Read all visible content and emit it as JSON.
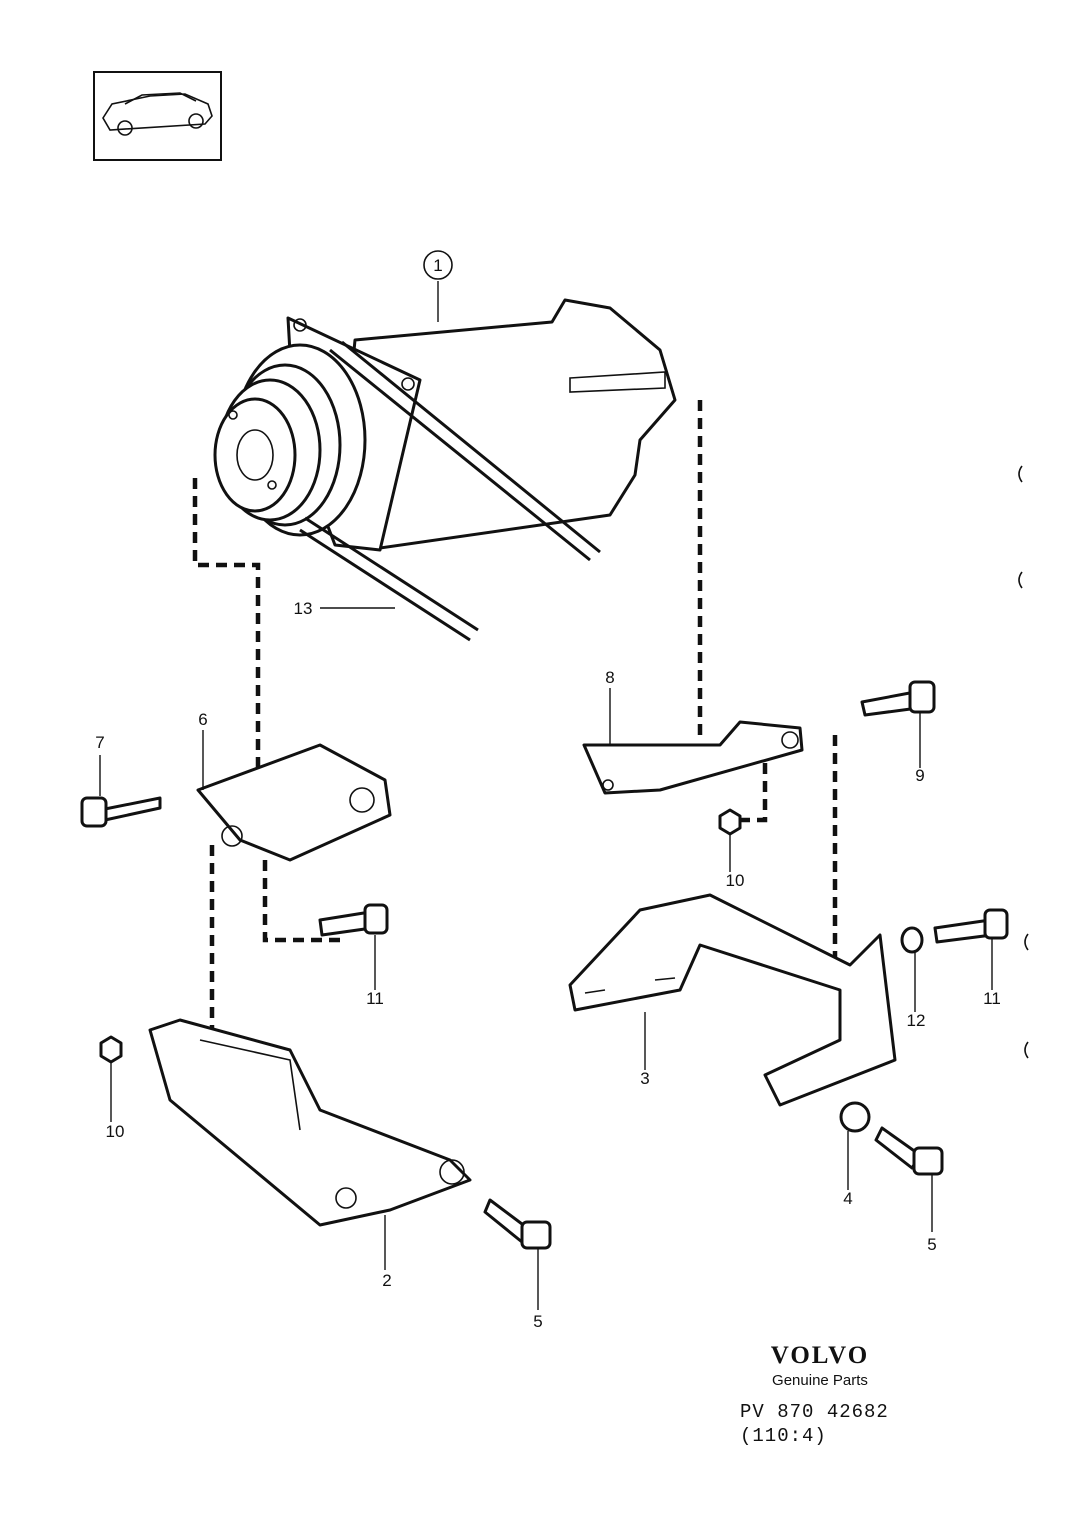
{
  "callouts": {
    "p1": "1",
    "p2": "2",
    "p3": "3",
    "p4": "4",
    "p5a": "5",
    "p5b": "5",
    "p6": "6",
    "p7": "7",
    "p8": "8",
    "p9": "9",
    "p10a": "10",
    "p10b": "10",
    "p11a": "11",
    "p11b": "11",
    "p12": "12",
    "p13": "13"
  },
  "brand": {
    "name": "VOLVO",
    "subtitle": "Genuine Parts",
    "reference": "PV 870 42682",
    "section": "(110:4)"
  },
  "thumbnail": {
    "icon": "car-sedan-icon"
  }
}
